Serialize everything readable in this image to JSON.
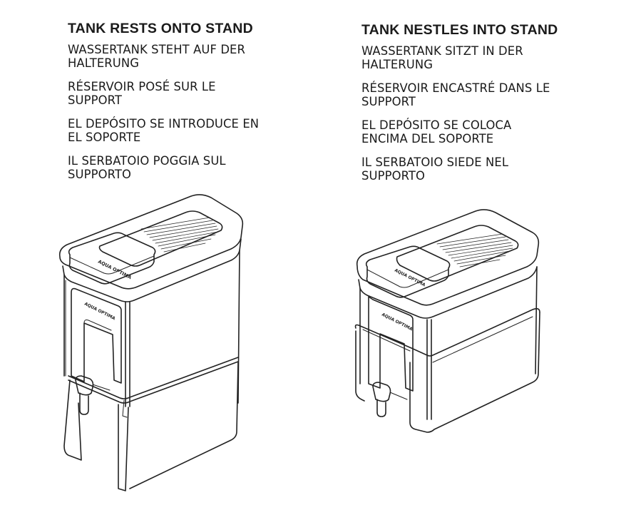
{
  "left": {
    "heading": "TANK RESTS ONTO STAND",
    "lines": [
      "WASSERTANK STEHT AUF DER\nHALTERUNG",
      "RÉSERVOIR POSÉ SUR LE\nSUPPORT",
      "EL DEPÓSITO SE INTRODUCE EN\nEL SOPORTE",
      "IL SERBATOIO POGGIA SUL\nSUPPORTO"
    ],
    "lid_logo": "AQUA OPTIMA",
    "front_logo": "AQUA OPTIMA"
  },
  "right": {
    "heading": "TANK NESTLES INTO STAND",
    "lines": [
      "WASSERTANK SITZT IN DER\nHALTERUNG",
      "RÉSERVOIR ENCASTRÉ DANS LE\nSUPPORT",
      "EL DEPÓSITO SE COLOCA\nENCIMA DEL SOPORTE",
      "IL SERBATOIO SIEDE NEL\nSUPPORTO"
    ],
    "lid_logo": "AQUA OPTIMA",
    "front_logo": "AQUA OPTIMA"
  }
}
